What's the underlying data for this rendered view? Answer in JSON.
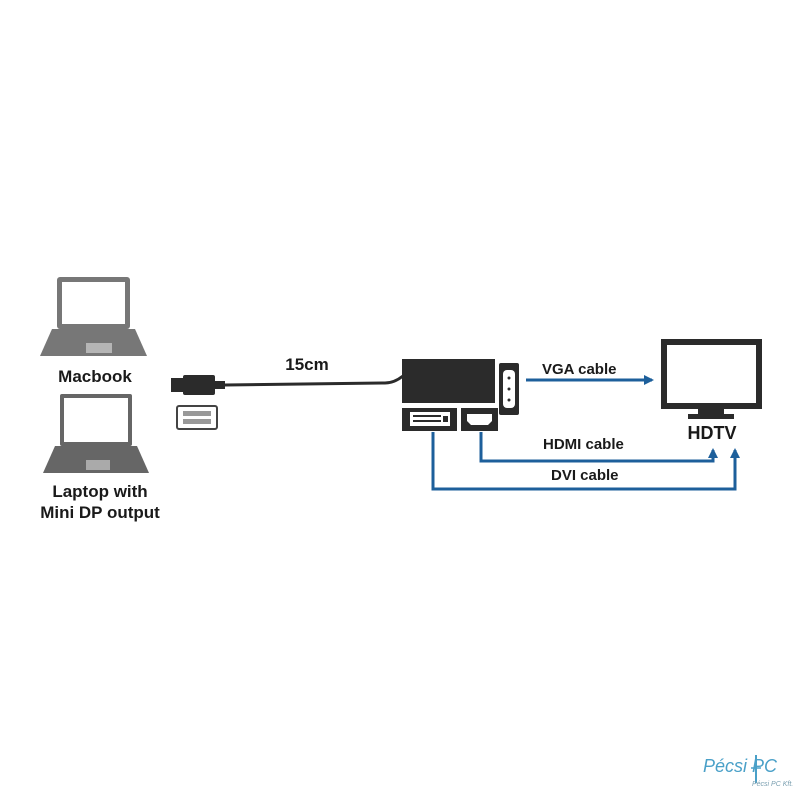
{
  "labels": {
    "macbook": "Macbook",
    "laptop_line1": "Laptop with",
    "laptop_line2": "Mini DP output",
    "cable_length": "15cm",
    "vga_cable": "VGA cable",
    "hdmi_cable": "HDMI cable",
    "dvi_cable": "DVI cable",
    "hdtv": "HDTV"
  },
  "watermark": {
    "brand": "Pécsi PC",
    "tagline": "Pécsi PC Kft."
  },
  "colors": {
    "device_gray": "#6e6e6e",
    "device_dark": "#2b2b2b",
    "arrow_blue": "#1d5f9b",
    "text": "#1a1a1a"
  },
  "icons": {
    "macbook": "macbook-laptop-icon",
    "laptop": "laptop-icon",
    "connector": "mini-displayport-plug-icon",
    "adapter": "adapter-hub-icon",
    "display": "hdtv-monitor-icon"
  }
}
